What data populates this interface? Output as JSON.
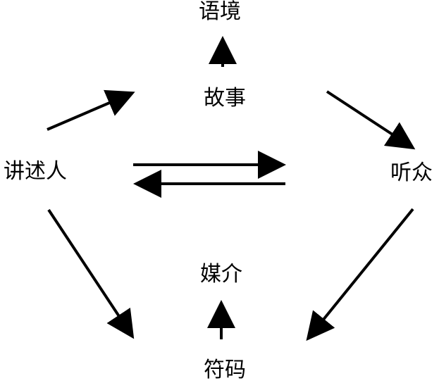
{
  "nodes": {
    "context": "语境",
    "story": "故事",
    "narrator": "讲述人",
    "audience": "听众",
    "medium": "媒介",
    "code": "符码"
  },
  "edges": [
    {
      "from": "narrator",
      "to": "story"
    },
    {
      "from": "story",
      "to": "context"
    },
    {
      "from": "story",
      "to": "audience"
    },
    {
      "from": "narrator",
      "to": "audience"
    },
    {
      "from": "audience",
      "to": "narrator"
    },
    {
      "from": "narrator",
      "to": "code"
    },
    {
      "from": "audience",
      "to": "code"
    },
    {
      "from": "code",
      "to": "medium"
    }
  ],
  "colors": {
    "background": "#ffffff",
    "ink": "#000000"
  }
}
